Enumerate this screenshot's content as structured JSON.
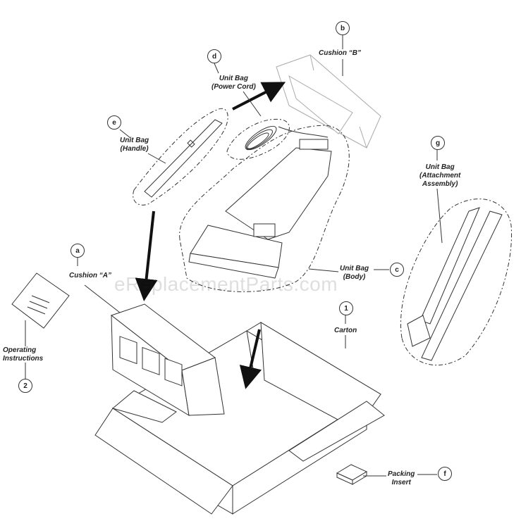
{
  "parts": [
    {
      "key": "a",
      "callout": "a",
      "label_lines": [
        "Cushion “A”"
      ]
    },
    {
      "key": "b",
      "callout": "b",
      "label_lines": [
        "Cushion “B”"
      ]
    },
    {
      "key": "c",
      "callout": "c",
      "label_lines": [
        "Unit Bag",
        "(Body)"
      ]
    },
    {
      "key": "d",
      "callout": "d",
      "label_lines": [
        "Unit Bag",
        "(Power Cord)"
      ]
    },
    {
      "key": "e",
      "callout": "e",
      "label_lines": [
        "Unit Bag",
        "(Handle)"
      ]
    },
    {
      "key": "f",
      "callout": "f",
      "label_lines": [
        "Packing",
        "Insert"
      ]
    },
    {
      "key": "g",
      "callout": "g",
      "label_lines": [
        "Unit Bag",
        "(Attachment",
        "Assembly)"
      ]
    },
    {
      "key": "1",
      "callout": "1",
      "label_lines": [
        "Carton"
      ]
    },
    {
      "key": "2",
      "callout": "2",
      "label_lines": [
        "Operating",
        "Instructions"
      ]
    }
  ],
  "watermark": "eReplacementParts.com",
  "colors": {
    "line": "#333333",
    "fill": "#ffffff",
    "arrow": "#111111"
  }
}
